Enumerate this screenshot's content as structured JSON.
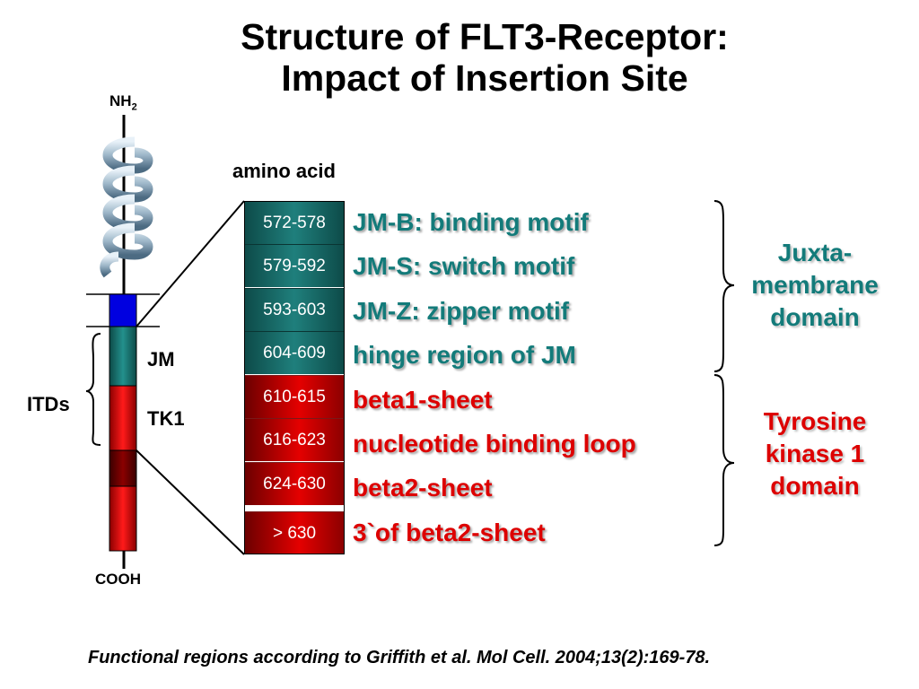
{
  "title": {
    "line1": "Structure of FLT3-Receptor:",
    "line2": "Impact of Insertion Site"
  },
  "receptor": {
    "nh2_main": "NH",
    "nh2_sub": "2",
    "cooh": "COOH",
    "jm_label": "JM",
    "tk1_label": "TK1",
    "itds_label": "ITDs"
  },
  "amino_acid_header": "amino acid",
  "segments": [
    {
      "range": "572-578",
      "description": "JM-B: binding motif",
      "group": "jm"
    },
    {
      "range": "579-592",
      "description": "JM-S: switch motif",
      "group": "jm"
    },
    {
      "range": "593-603",
      "description": "JM-Z: zipper motif",
      "group": "jm"
    },
    {
      "range": "604-609",
      "description": "hinge region of JM",
      "group": "jm"
    },
    {
      "range": "610-615",
      "description": "beta1-sheet",
      "group": "tk"
    },
    {
      "range": "616-623",
      "description": "nucleotide binding loop",
      "group": "tk"
    },
    {
      "range": "624-630",
      "description": "beta2-sheet",
      "group": "tk"
    },
    {
      "range": "> 630",
      "description": "3`of beta2-sheet",
      "group": "tk"
    }
  ],
  "domains": {
    "jm": {
      "line1": "Juxta-",
      "line2": "membrane",
      "line3": "domain",
      "color": "#137b7a"
    },
    "tk": {
      "line1": "Tyrosine",
      "line2": "kinase 1",
      "line3": "domain",
      "color": "#dd0000"
    }
  },
  "footer": "Functional regions according to Griffith et al. Mol Cell. 2004;13(2):169-78."
}
